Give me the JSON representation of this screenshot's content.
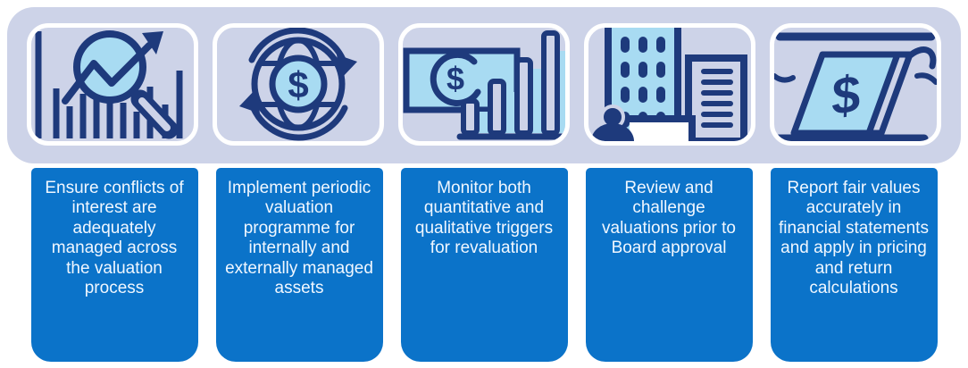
{
  "palette": {
    "band_background": "#cdd3e8",
    "icon_navy": "#1e3a7c",
    "icon_light_blue": "#a8dbf2",
    "card_border": "#ffffff",
    "box_blue": "#0b73c9",
    "box_text": "#f0f7ff"
  },
  "columns": [
    {
      "icon": "magnifier-bar-chart-icon",
      "label": "Ensure conflicts of interest are adequately managed across the valuation process"
    },
    {
      "icon": "globe-dollar-cycle-icon",
      "label": "Implement periodic valuation programme for internally and externally managed assets"
    },
    {
      "icon": "banknote-bar-chart-icon",
      "label": "Monitor both quantitative and qualitative triggers for revaluation"
    },
    {
      "icon": "buildings-person-icon",
      "label": "Review and challenge valuations prior to Board approval"
    },
    {
      "icon": "banknote-flow-icon",
      "label": "Report fair values accurately in financial statements and apply in pricing and return calculations"
    }
  ]
}
